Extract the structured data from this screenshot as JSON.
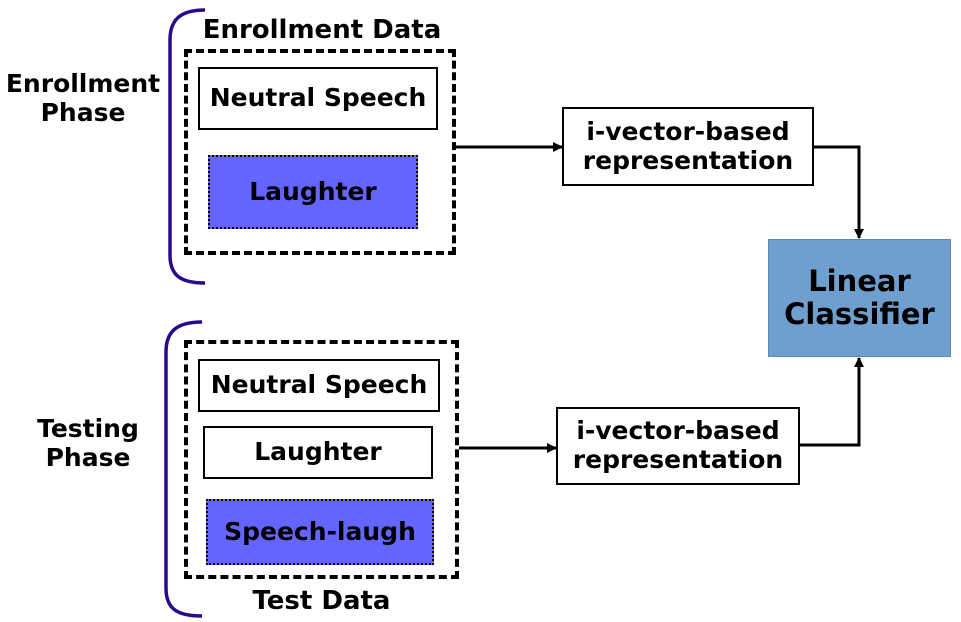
{
  "enrollment": {
    "phase_label_line1": "Enrollment",
    "phase_label_line2": "Phase",
    "group_title": "Enrollment Data",
    "items": [
      "Neutral Speech",
      "Laughter"
    ]
  },
  "testing": {
    "phase_label_line1": "Testing",
    "phase_label_line2": "Phase",
    "group_title": "Test Data",
    "items": [
      "Neutral Speech",
      "Laughter",
      "Speech-laugh"
    ]
  },
  "repr_top": {
    "line1": "i-vector-based",
    "line2": "representation"
  },
  "repr_bottom": {
    "line1": "i-vector-based",
    "line2": "representation"
  },
  "classifier": {
    "line1": "Linear",
    "line2": "Classifier"
  },
  "colors": {
    "highlight_fill": "#6464ff",
    "classifier_fill": "#6f9fcf",
    "classifier_border": "#5a86b8",
    "bracket": "#2a0a8c",
    "line": "#000000"
  }
}
